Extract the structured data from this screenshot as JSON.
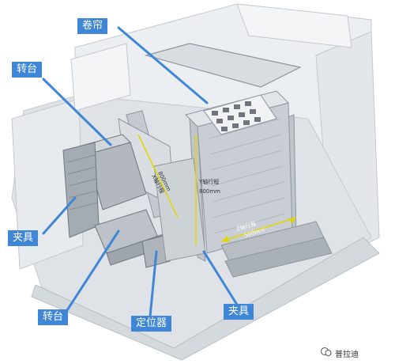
{
  "callouts": {
    "curtain": "卷帘",
    "turntable_top": "转台",
    "fixture_left": "夹具",
    "turntable_bottom": "转台",
    "locator": "定位器",
    "fixture_right": "夹具"
  },
  "axes": {
    "x_label": "X轴行程",
    "x_value": "800mm",
    "y_label": "Y轴行程",
    "y_value": "800mm",
    "z_label": "Z轴行程",
    "z_value": "500mm"
  },
  "watermark": {
    "text": "普拉迪"
  },
  "colors": {
    "callout_bg": "#3f86d6",
    "leader": "#3f86d6",
    "axis_line": "#e2d600",
    "panel_light": "#e9ecef",
    "panel_mid": "#cfd4da",
    "panel_dark": "#9aa1a8"
  }
}
